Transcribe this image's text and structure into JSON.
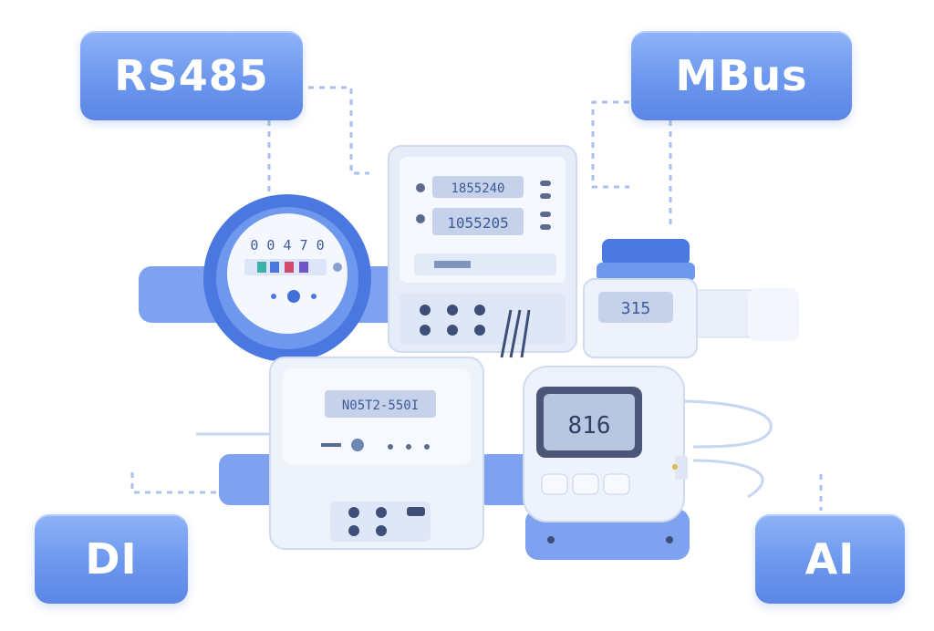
{
  "labels": {
    "rs485": "RS485",
    "mbus": "MBus",
    "di": "DI",
    "ai": "AI"
  },
  "readouts": {
    "water_meter_dial": "0 0 4 7 0",
    "cabinet_top": "1855240",
    "cabinet_bottom": "1055205",
    "valve_display": "315",
    "flow_meter": "N05T2-550I",
    "sensor_display": "816"
  },
  "colors": {
    "accent": "#6c97ee",
    "accent_dark": "#3f6fd8",
    "panel": "#eef2fb",
    "lcd": "#b9c6e0"
  },
  "icons": [
    "water-meter-icon",
    "energy-meter-icon",
    "valve-meter-icon",
    "flow-meter-icon",
    "sensor-display-icon"
  ]
}
